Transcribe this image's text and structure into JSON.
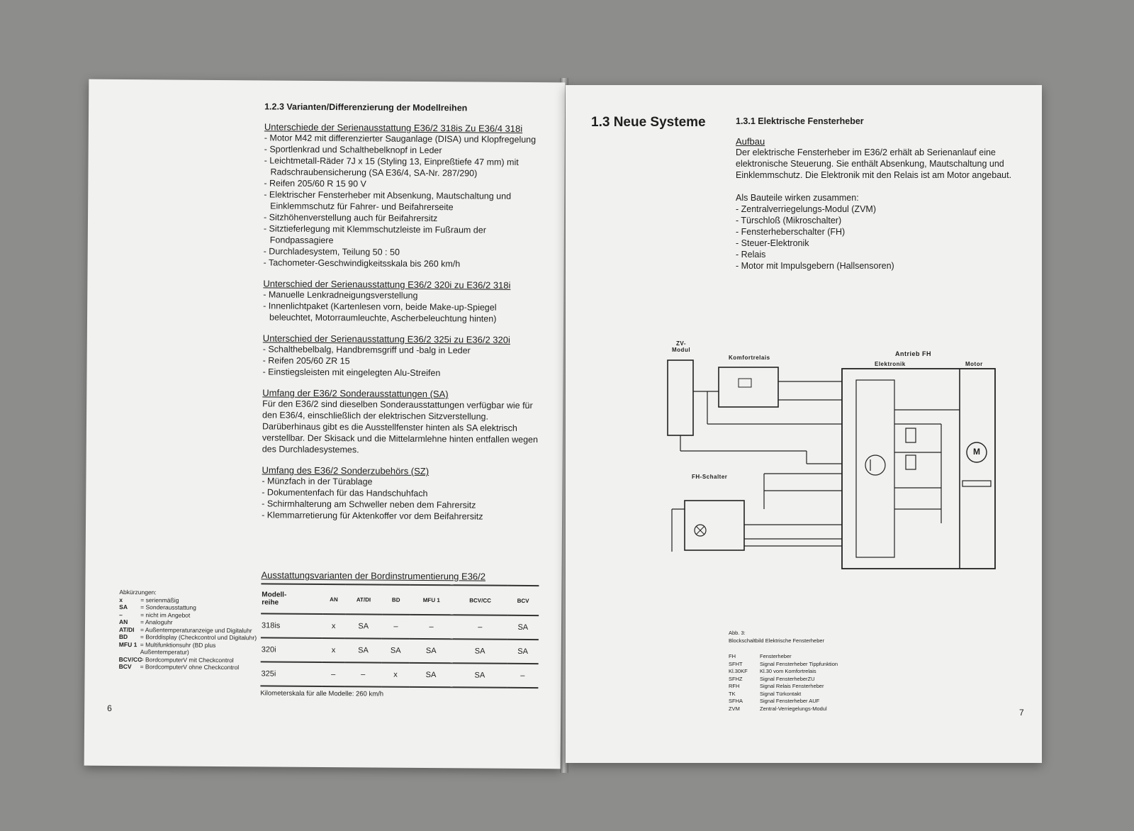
{
  "left": {
    "section_title": "1.2.3 Varianten/Differenzierung der Modellreihen",
    "blocks": [
      {
        "heading": "Unterschiede der Serienausstattung E36/2 318is Zu E36/4 318i",
        "items": [
          "Motor M42 mit differenzierter Sauganlage (DISA) und Klopfregelung",
          "Sportlenkrad und Schalthebelknopf in Leder",
          "Leichtmetall-Räder 7J x 15 (Styling 13, Einpreßtiefe 47 mm) mit Radschraubensicherung (SA E36/4, SA-Nr. 287/290)",
          "Reifen 205/60 R 15 90 V",
          "Elektrischer Fensterheber mit Absenkung, Mautschaltung und Einklemmschutz für Fahrer- und Beifahrerseite",
          "Sitzhöhenverstellung auch für Beifahrersitz",
          "Sitztieferlegung mit Klemmschutzleiste im Fußraum der Fondpassagiere",
          "Durchladesystem, Teilung 50 : 50",
          "Tachometer-Geschwindigkeitsskala bis 260 km/h"
        ]
      },
      {
        "heading": "Unterschied der Serienausstattung E36/2 320i zu E36/2 318i",
        "items": [
          "Manuelle Lenkradneigungsverstellung",
          "Innenlichtpaket (Kartenlesen vorn, beide Make-up-Spiegel beleuchtet, Motorraumleuchte, Ascherbeleuchtung hinten)"
        ]
      },
      {
        "heading": "Unterschied der Serienausstattung E36/2 325i zu E36/2 320i",
        "items": [
          "Schalthebelbalg, Handbremsgriff und -balg in Leder",
          "Reifen 205/60 ZR 15",
          "Einstiegsleisten mit eingelegten Alu-Streifen"
        ]
      }
    ],
    "sa": {
      "heading": "Umfang der E36/2 Sonderausstattungen (SA)",
      "text": "Für den E36/2 sind dieselben Sonderausstattungen verfügbar wie für den E36/4, einschließlich der elektrischen Sitzverstellung. Darüberhinaus gibt es die Ausstellfenster hinten als SA elektrisch verstellbar. Der Skisack und die Mittelarmlehne hinten entfallen wegen des Durchladesystemes."
    },
    "sz": {
      "heading": "Umfang des E36/2 Sonderzubehörs (SZ)",
      "items": [
        "Münzfach in der Türablage",
        "Dokumentenfach für das Handschuhfach",
        "Schirmhalterung am Schweller neben dem Fahrersitz",
        "Klemmarretierung für Aktenkoffer vor dem Beifahrersitz"
      ]
    },
    "table": {
      "title": "Ausstattungsvarianten der Bordinstrumentierung E36/2",
      "headers": [
        "Modell-\nreihe",
        "AN",
        "AT/DI",
        "BD",
        "MFU 1",
        "BCV/CC",
        "BCV"
      ],
      "rows": [
        [
          "318is",
          "x",
          "SA",
          "–",
          "–",
          "–",
          "SA"
        ],
        [
          "320i",
          "x",
          "SA",
          "SA",
          "SA",
          "SA",
          "SA"
        ],
        [
          "325i",
          "–",
          "–",
          "x",
          "SA",
          "SA",
          "–"
        ]
      ],
      "note": "Kilometerskala für alle Modelle: 260 km/h"
    },
    "abbr_title": "Abkürzungen:",
    "abbr": [
      [
        "x",
        "= serienmäßig"
      ],
      [
        "SA",
        "= Sonderausstattung"
      ],
      [
        "–",
        "= nicht im Angebot"
      ],
      [
        "AN",
        "= Analoguhr"
      ],
      [
        "AT/DI",
        "= Außentemperaturanzeige und Digitaluhr"
      ],
      [
        "BD",
        "= Borddisplay (Checkcontrol und Digitaluhr)"
      ],
      [
        "MFU 1",
        "= Multifunktionsuhr (BD plus Außentemperatur)"
      ],
      [
        "BCV/CC",
        "= BordcomputerV mit Checkcontrol"
      ],
      [
        "BCV",
        "= BordcomputerV ohne Checkcontrol"
      ]
    ],
    "page_number": "6"
  },
  "right": {
    "title": "1.3 Neue Systeme",
    "subtitle": "1.3.1 Elektrische Fensterheber",
    "aufbau_heading": "Aufbau",
    "aufbau_text": "Der elektrische Fensterheber im E36/2 erhält ab Serienanlauf eine elektronische Steuerung. Sie enthält Absenkung, Mautschaltung und Einklemmschutz. Die Elektronik mit den Relais ist am Motor angebaut.",
    "parts_intro": "Als Bauteile wirken zusammen:",
    "parts": [
      "Zentralverriegelungs-Modul (ZVM)",
      "Türschloß (Mikroschalter)",
      "Fensterheberschalter (FH)",
      "Steuer-Elektronik",
      "Relais",
      "Motor mit Impulsgebern (Hallsensoren)"
    ],
    "diagram": {
      "zv_modul": "ZV-\nModul",
      "komfortrelais": "Komfortrelais",
      "antrieb": "Antrieb FH",
      "elektronik": "Elektronik",
      "motor": "Motor",
      "fh_schalter": "FH-Schalter",
      "motor_symbol": "M"
    },
    "figure_caption": "Abb. 3:",
    "figure_title": "Blockschaltbild Elektrische Fensterheber",
    "legend": [
      [
        "FH",
        "Fensterheber"
      ],
      [
        "SFHT",
        "Signal Fensterheber Tippfunktion"
      ],
      [
        "Kl.30KF",
        "Kl.30 vom Komfortrelais"
      ],
      [
        "SFHZ",
        "Signal FensterheberZU"
      ],
      [
        "RFH",
        "Signal Relais Fensterheber"
      ],
      [
        "TK",
        "Signal Türkontakt"
      ],
      [
        "SFHA",
        "Signal Fensterheber AUF"
      ],
      [
        "ZVM",
        "Zentral-Verriegelungs-Modul"
      ]
    ],
    "page_number": "7"
  }
}
